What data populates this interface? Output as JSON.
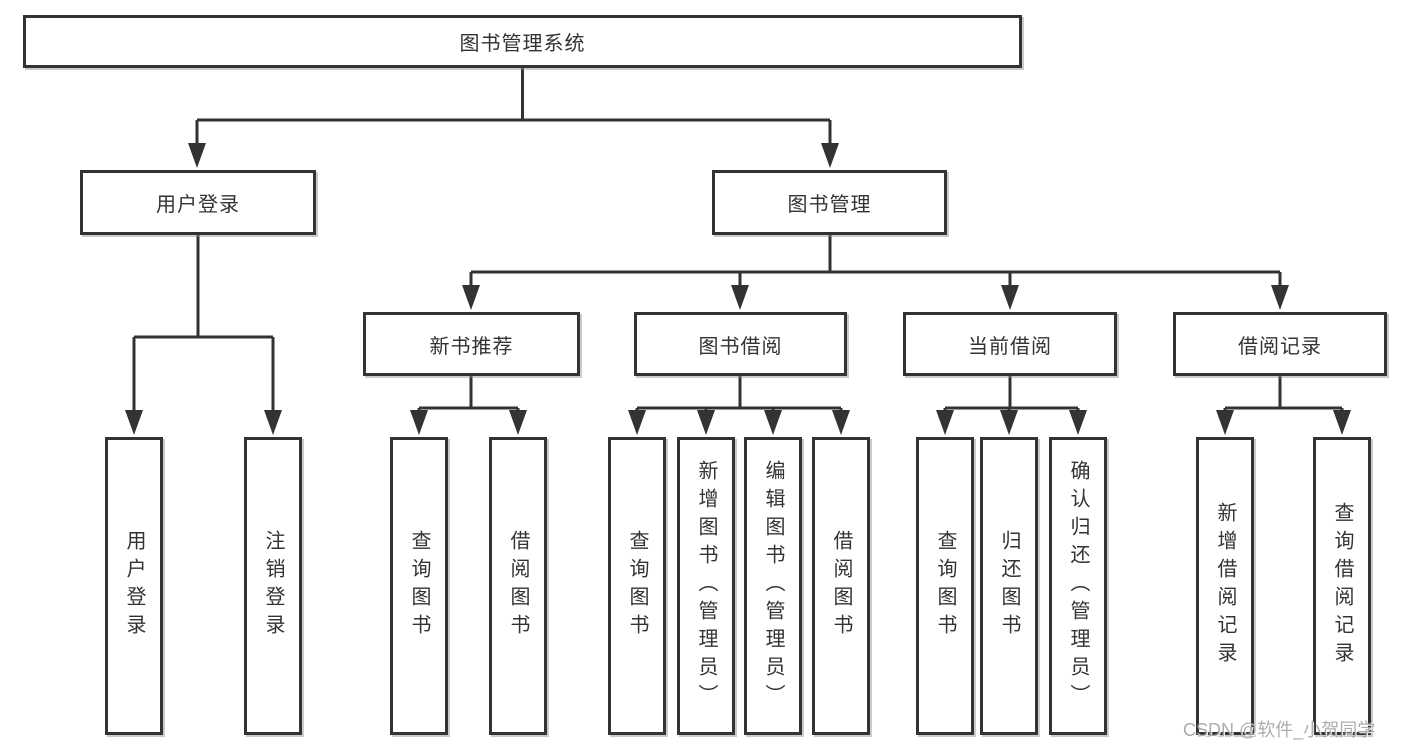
{
  "diagram": {
    "root": "图书管理系统",
    "level2": {
      "user_login": "用户登录",
      "book_management": "图书管理"
    },
    "level3": {
      "new_book_recommend": "新书推荐",
      "book_borrow": "图书借阅",
      "current_borrow": "当前借阅",
      "borrow_records": "借阅记录"
    },
    "leaves": {
      "user_login": "用户登录",
      "logout": "注销登录",
      "query_books_recommend": "查询图书",
      "borrow_books_recommend": "借阅图书",
      "query_books_borrow": "查询图书",
      "add_books_admin": "新增图书（管理员）",
      "edit_books_admin": "编辑图书（管理员）",
      "borrow_books": "借阅图书",
      "query_books_current": "查询图书",
      "return_books": "归还图书",
      "confirm_return_admin": "确认归还（管理员）",
      "add_borrow_record": "新增借阅记录",
      "query_borrow_record": "查询借阅记录"
    },
    "colors": {
      "line": "#333333",
      "box_border": "#333333",
      "text": "#333333",
      "background": "#ffffff",
      "watermark_gray": "#9e9e9e"
    }
  },
  "watermark": "CSDN @软件_小贺同学"
}
